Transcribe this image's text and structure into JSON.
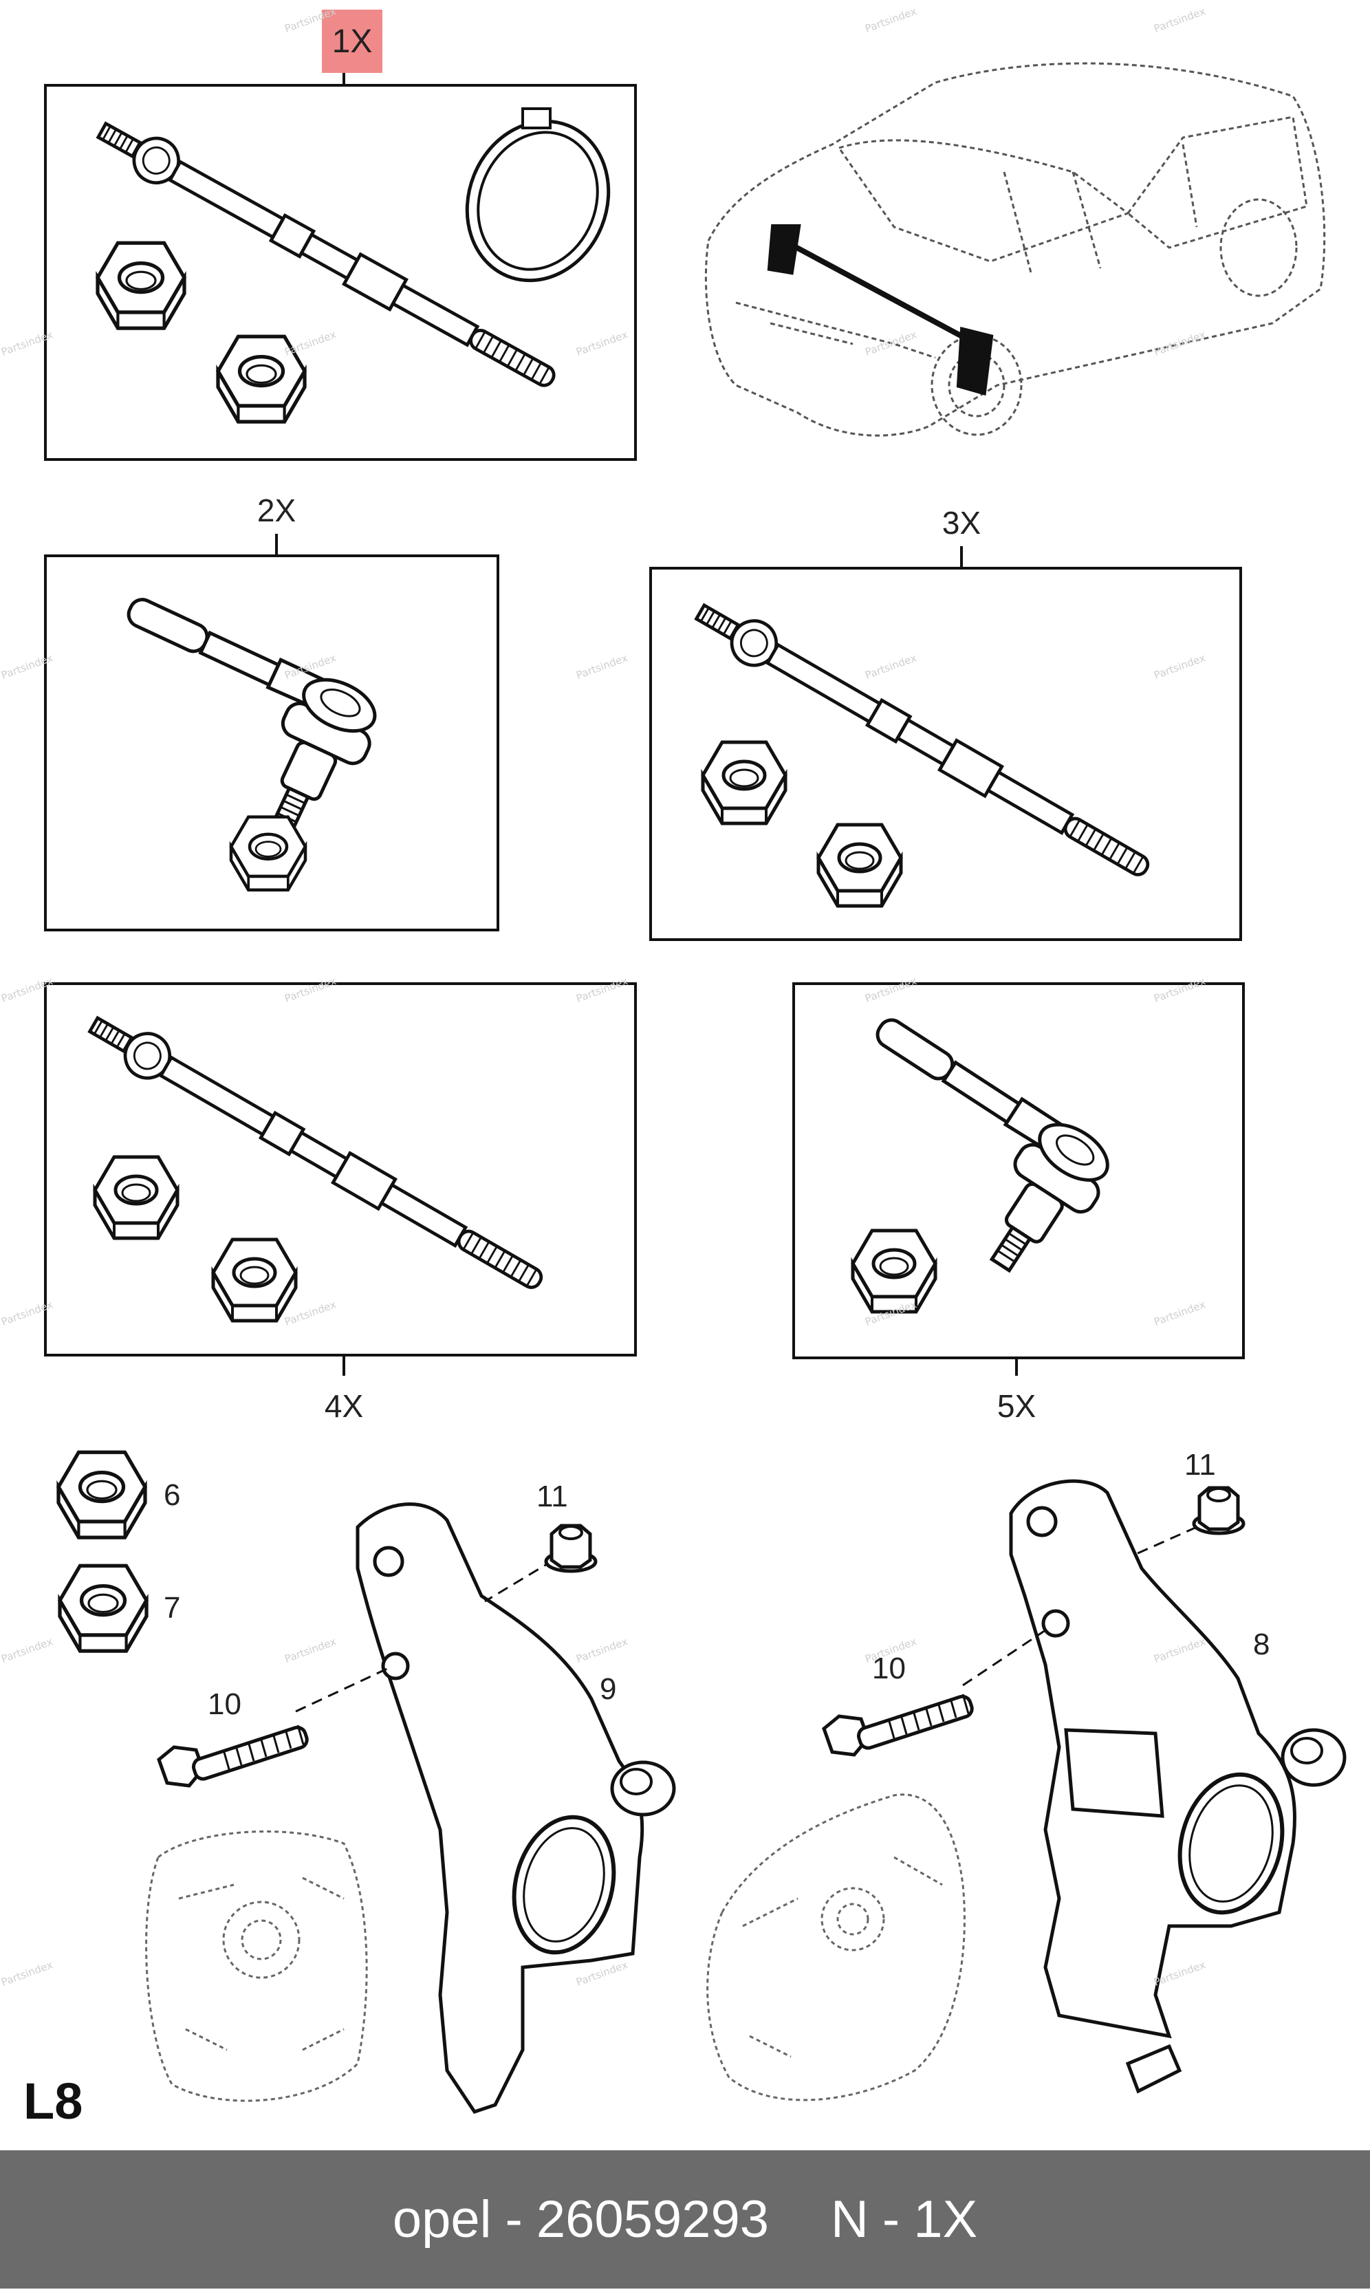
{
  "watermark": "Partsindex",
  "highlight_color": "#f08a8a",
  "footer_color": "#6b6b6b",
  "kits": [
    {
      "label": "1X",
      "highlighted": true
    },
    {
      "label": "2X"
    },
    {
      "label": "3X"
    },
    {
      "label": "4X"
    },
    {
      "label": "5X"
    }
  ],
  "callouts": {
    "n6": "6",
    "n7": "7",
    "n8": "8",
    "n9": "9",
    "n10_left": "10",
    "n10_right": "10",
    "n11_left": "11",
    "n11_right": "11"
  },
  "page_code": "L8",
  "footer": {
    "brand": "opel",
    "sep1": "-",
    "part_number": "26059293",
    "position": "N",
    "sep2": "-",
    "quantity": "1X"
  }
}
